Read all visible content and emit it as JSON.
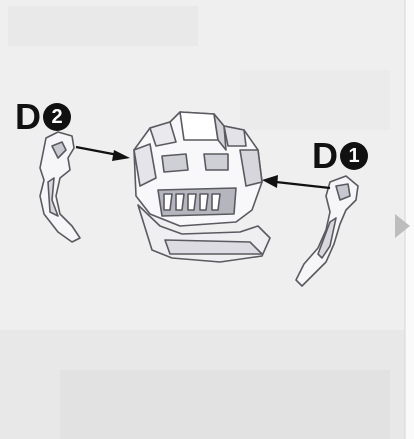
{
  "labels": {
    "d2": {
      "letter": "D",
      "number": "2"
    },
    "d1": {
      "letter": "D",
      "number": "1"
    }
  },
  "icons": [
    "part-d2-icon",
    "part-d1-icon",
    "head-assembly-icon",
    "next-step-arrow-icon"
  ],
  "colors": {
    "background": "#efefef",
    "part_fill": "#f6f6f8",
    "part_outline": "#5a5a60",
    "part_shade": "#c8c8d0",
    "arrow": "#111111",
    "next_arrow": "#bdbdbd"
  }
}
